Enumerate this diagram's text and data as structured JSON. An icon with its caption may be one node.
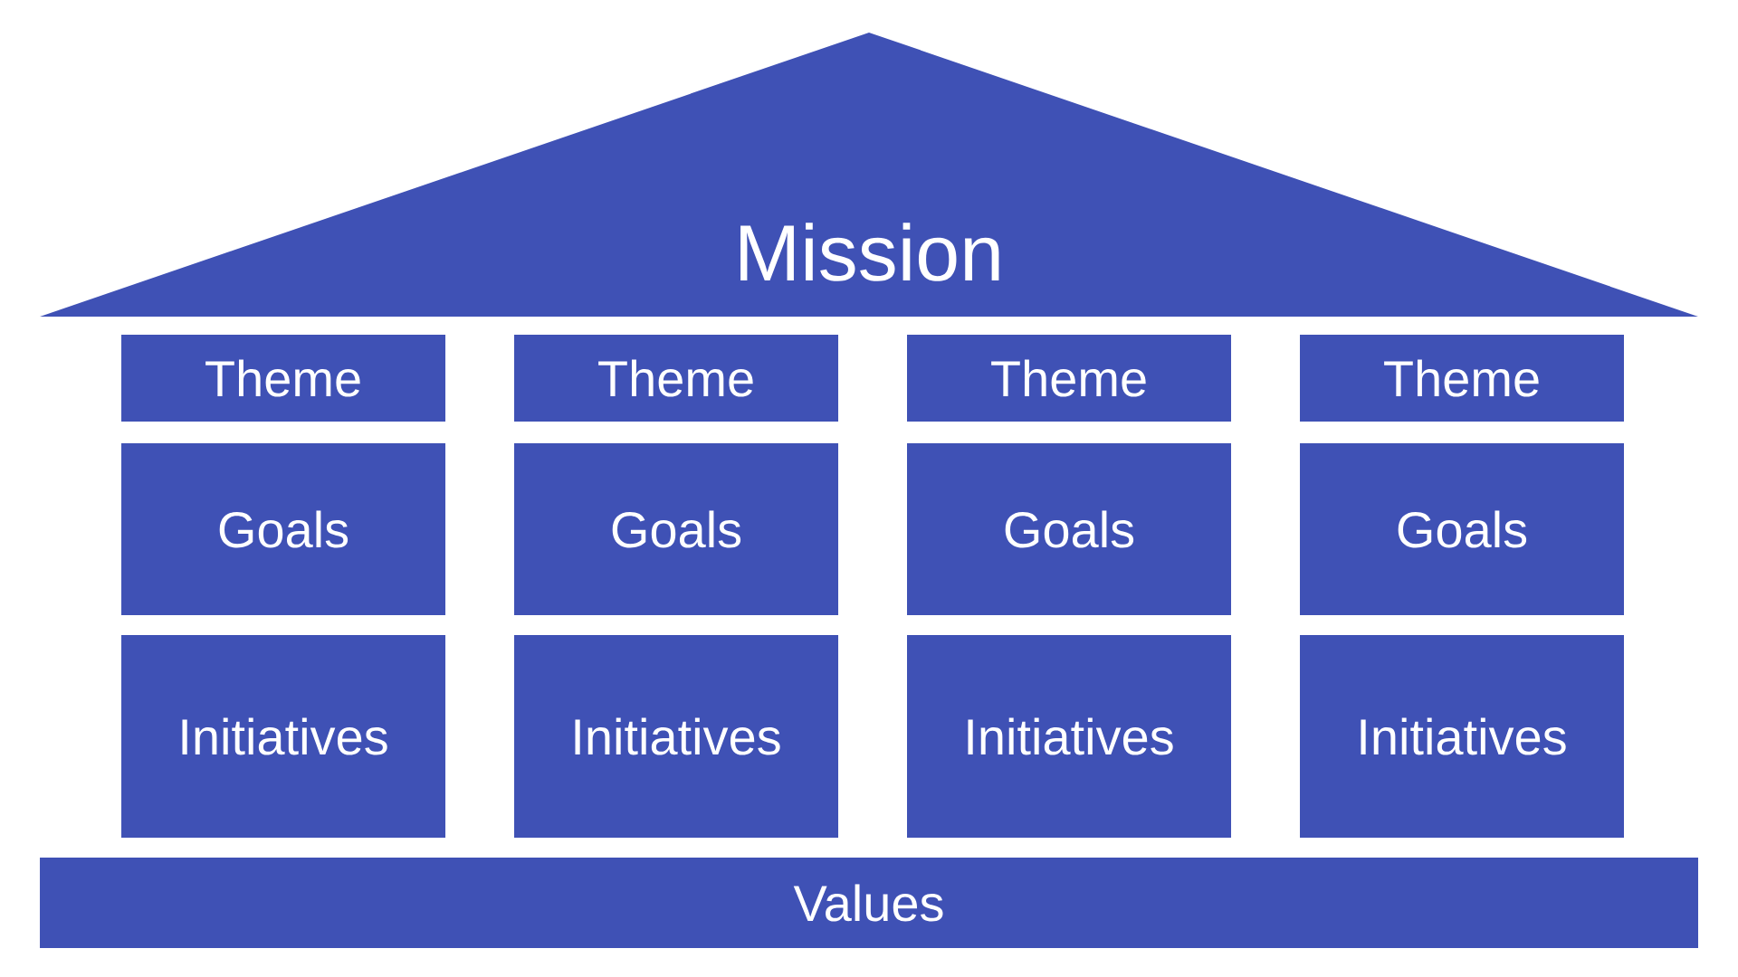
{
  "diagram": {
    "nodes": [
      {
        "text": [
          "Mission"
        ]
      },
      {
        "text": [
          "Theme"
        ]
      },
      {
        "text": [
          "Theme"
        ]
      },
      {
        "text": [
          "Theme"
        ]
      },
      {
        "text": [
          "Theme"
        ]
      },
      {
        "text": [
          "Goals"
        ]
      },
      {
        "text": [
          "Goals"
        ]
      },
      {
        "text": [
          "Goals"
        ]
      },
      {
        "text": [
          "Goals"
        ]
      },
      {
        "text": [
          "Initiatives"
        ]
      },
      {
        "text": [
          "Initiatives"
        ]
      },
      {
        "text": [
          "Initiatives"
        ]
      },
      {
        "text": [
          "Initiatives"
        ]
      },
      {
        "text": [
          "Values"
        ]
      }
    ]
  }
}
